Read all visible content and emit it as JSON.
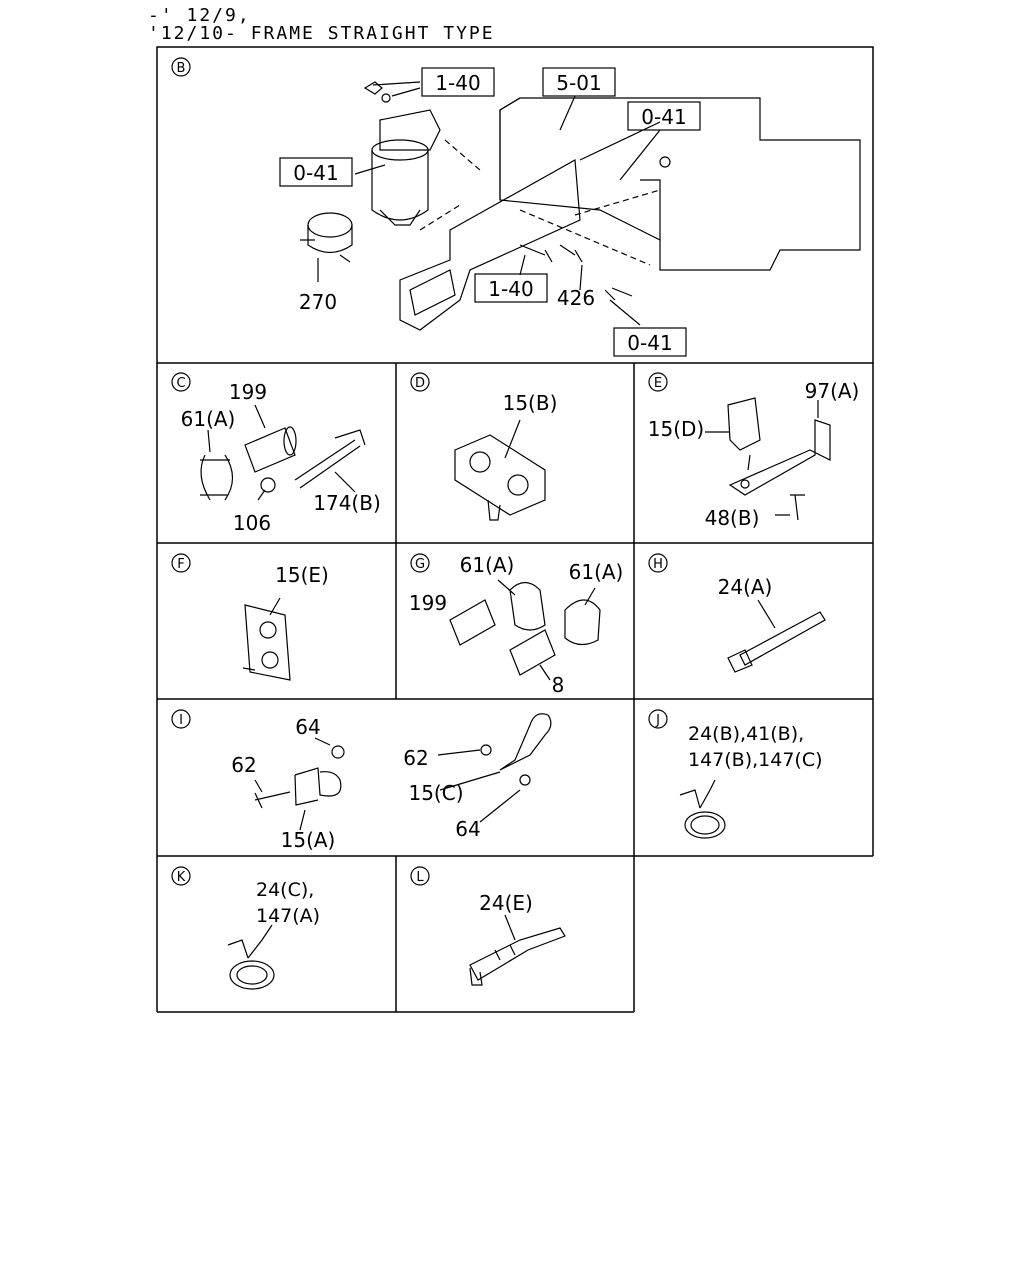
{
  "header": {
    "line1": "-' 12/9,",
    "line2": "'12/10- FRAME STRAIGHT TYPE"
  },
  "panels": {
    "B": {
      "letter": "B",
      "labels": {
        "ref_1_40_top": "1-40",
        "ref_5_01": "5-01",
        "ref_0_41_right": "0-41",
        "ref_0_41_left": "0-41",
        "part_270": "270",
        "ref_1_40_bottom": "1-40",
        "part_426": "426",
        "ref_0_41_bottom": "0-41"
      }
    },
    "C": {
      "letter": "C",
      "labels": {
        "part_199": "199",
        "part_61a": "61(A)",
        "part_106": "106",
        "part_174b": "174(B)"
      }
    },
    "D": {
      "letter": "D",
      "labels": {
        "part_15b": "15(B)"
      }
    },
    "E": {
      "letter": "E",
      "labels": {
        "part_97a": "97(A)",
        "part_15d": "15(D)",
        "part_48b": "48(B)"
      }
    },
    "F": {
      "letter": "F",
      "labels": {
        "part_15e": "15(E)"
      }
    },
    "G": {
      "letter": "G",
      "labels": {
        "part_61a_1": "61(A)",
        "part_61a_2": "61(A)",
        "part_199": "199",
        "part_8": "8"
      }
    },
    "H": {
      "letter": "H",
      "labels": {
        "part_24a": "24(A)"
      }
    },
    "I": {
      "letter": "I",
      "labels": {
        "part_64_top": "64",
        "part_62_left": "62",
        "part_15a": "15(A)",
        "part_62_right": "62",
        "part_15c": "15(C)",
        "part_64_bottom": "64"
      }
    },
    "J": {
      "letter": "J",
      "labels": {
        "line1": "24(B),41(B),",
        "line2": "147(B),147(C)"
      }
    },
    "K": {
      "letter": "K",
      "labels": {
        "line1": "24(C),",
        "line2": "147(A)"
      }
    },
    "L": {
      "letter": "L",
      "labels": {
        "part_24e": "24(E)"
      }
    }
  }
}
